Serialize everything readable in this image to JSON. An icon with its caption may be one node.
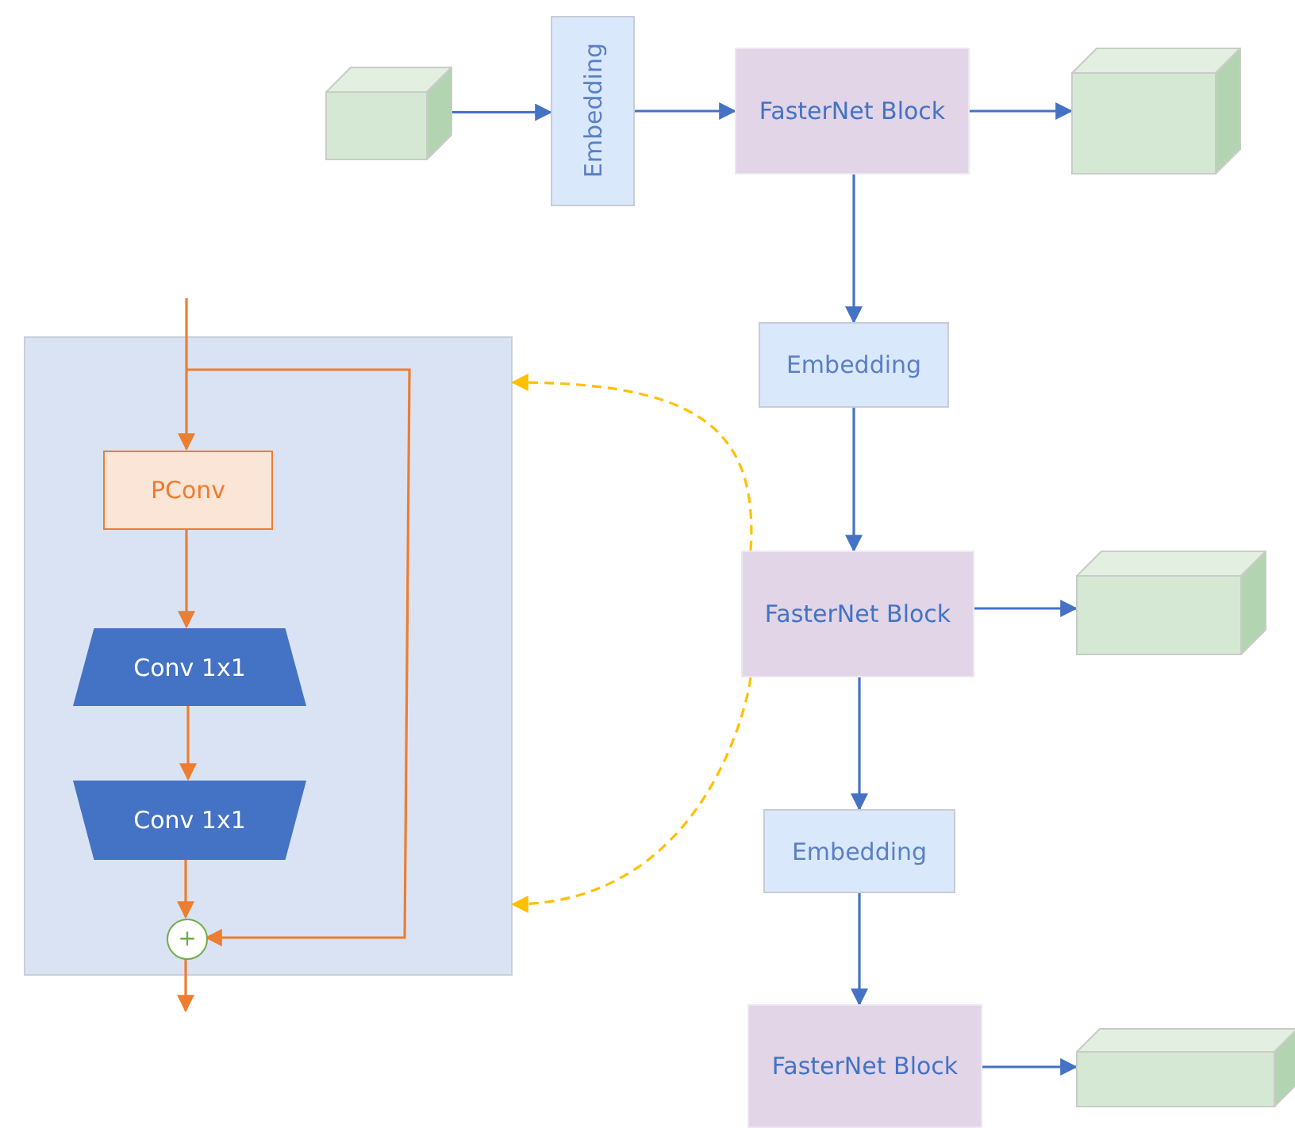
{
  "diagram": {
    "nodes": [
      {
        "text": [],
        "shape": "box"
      },
      {
        "text": [
          "Embedding"
        ]
      },
      {
        "text": [
          "FasterNet Block"
        ]
      },
      {
        "text": [],
        "shape": "box"
      },
      {
        "text": [
          "Embedding"
        ]
      },
      {
        "text": [
          "FasterNet Block"
        ]
      },
      {
        "text": [],
        "shape": "box"
      },
      {
        "text": [
          "Embedding"
        ]
      },
      {
        "text": [
          "FasterNet Block"
        ]
      },
      {
        "text": [],
        "shape": "box"
      },
      {
        "text": [],
        "shape": "box"
      },
      {
        "text": [
          "PConv"
        ],
        "in": 10
      },
      {
        "text": [
          "Conv 1x1"
        ],
        "in": 10
      },
      {
        "text": [
          "Conv 1x1"
        ],
        "in": 10
      },
      {
        "text": [
          "+"
        ],
        "in": 10
      }
    ],
    "edges": [
      {
        "from": 0,
        "to": 1,
        "arrow": "to"
      },
      {
        "from": 1,
        "to": 2,
        "arrow": "to"
      },
      {
        "from": 2,
        "to": 3,
        "arrow": "to"
      },
      {
        "from": 2,
        "to": 4,
        "arrow": "to"
      },
      {
        "from": 4,
        "to": 5,
        "arrow": "to"
      },
      {
        "from": 5,
        "to": 6,
        "arrow": "to"
      },
      {
        "from": 5,
        "to": 7,
        "arrow": "to"
      },
      {
        "from": 7,
        "to": 8,
        "arrow": "to"
      },
      {
        "from": 8,
        "to": 9,
        "arrow": "to"
      },
      {
        "from": 5,
        "to": 10,
        "arrow": "to",
        "style": "dashed",
        "color": "#ffc000"
      },
      {
        "from": 5,
        "to": 10,
        "arrow": "to",
        "style": "dashed",
        "color": "#ffc000"
      },
      {
        "from": null,
        "to": 11,
        "arrow": "to",
        "color": "#ed7d31"
      },
      {
        "from": 11,
        "to": 12,
        "arrow": "to",
        "color": "#ed7d31"
      },
      {
        "from": 12,
        "to": 13,
        "arrow": "to",
        "color": "#ed7d31"
      },
      {
        "from": 13,
        "to": 14,
        "arrow": "to",
        "color": "#ed7d31"
      },
      {
        "from": null,
        "to": 14,
        "arrow": "to",
        "color": "#ed7d31"
      },
      {
        "from": 14,
        "to": null,
        "arrow": "to",
        "color": "#ed7d31"
      }
    ]
  }
}
